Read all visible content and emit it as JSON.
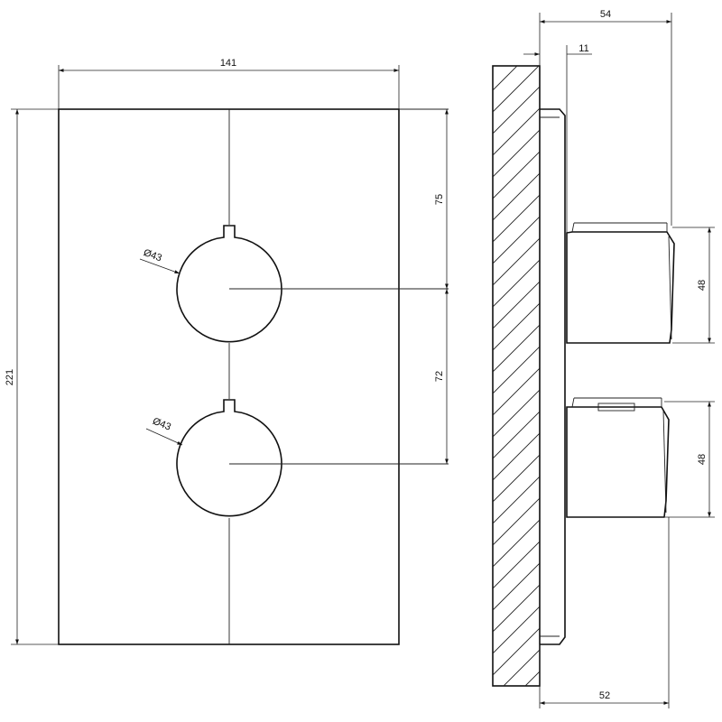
{
  "front_view": {
    "width_label": "141",
    "height_label": "221",
    "spacing_upper_label": "75",
    "spacing_lower_label": "72",
    "knob_upper_diameter": "Ø43",
    "knob_lower_diameter": "Ø43"
  },
  "side_view": {
    "depth_total_label": "54",
    "plate_offset_label": "11",
    "knob_depth_label": "52",
    "knob_upper_height_label": "48",
    "knob_lower_height_label": "48"
  },
  "colors": {
    "line": "#111111",
    "background": "#ffffff"
  }
}
